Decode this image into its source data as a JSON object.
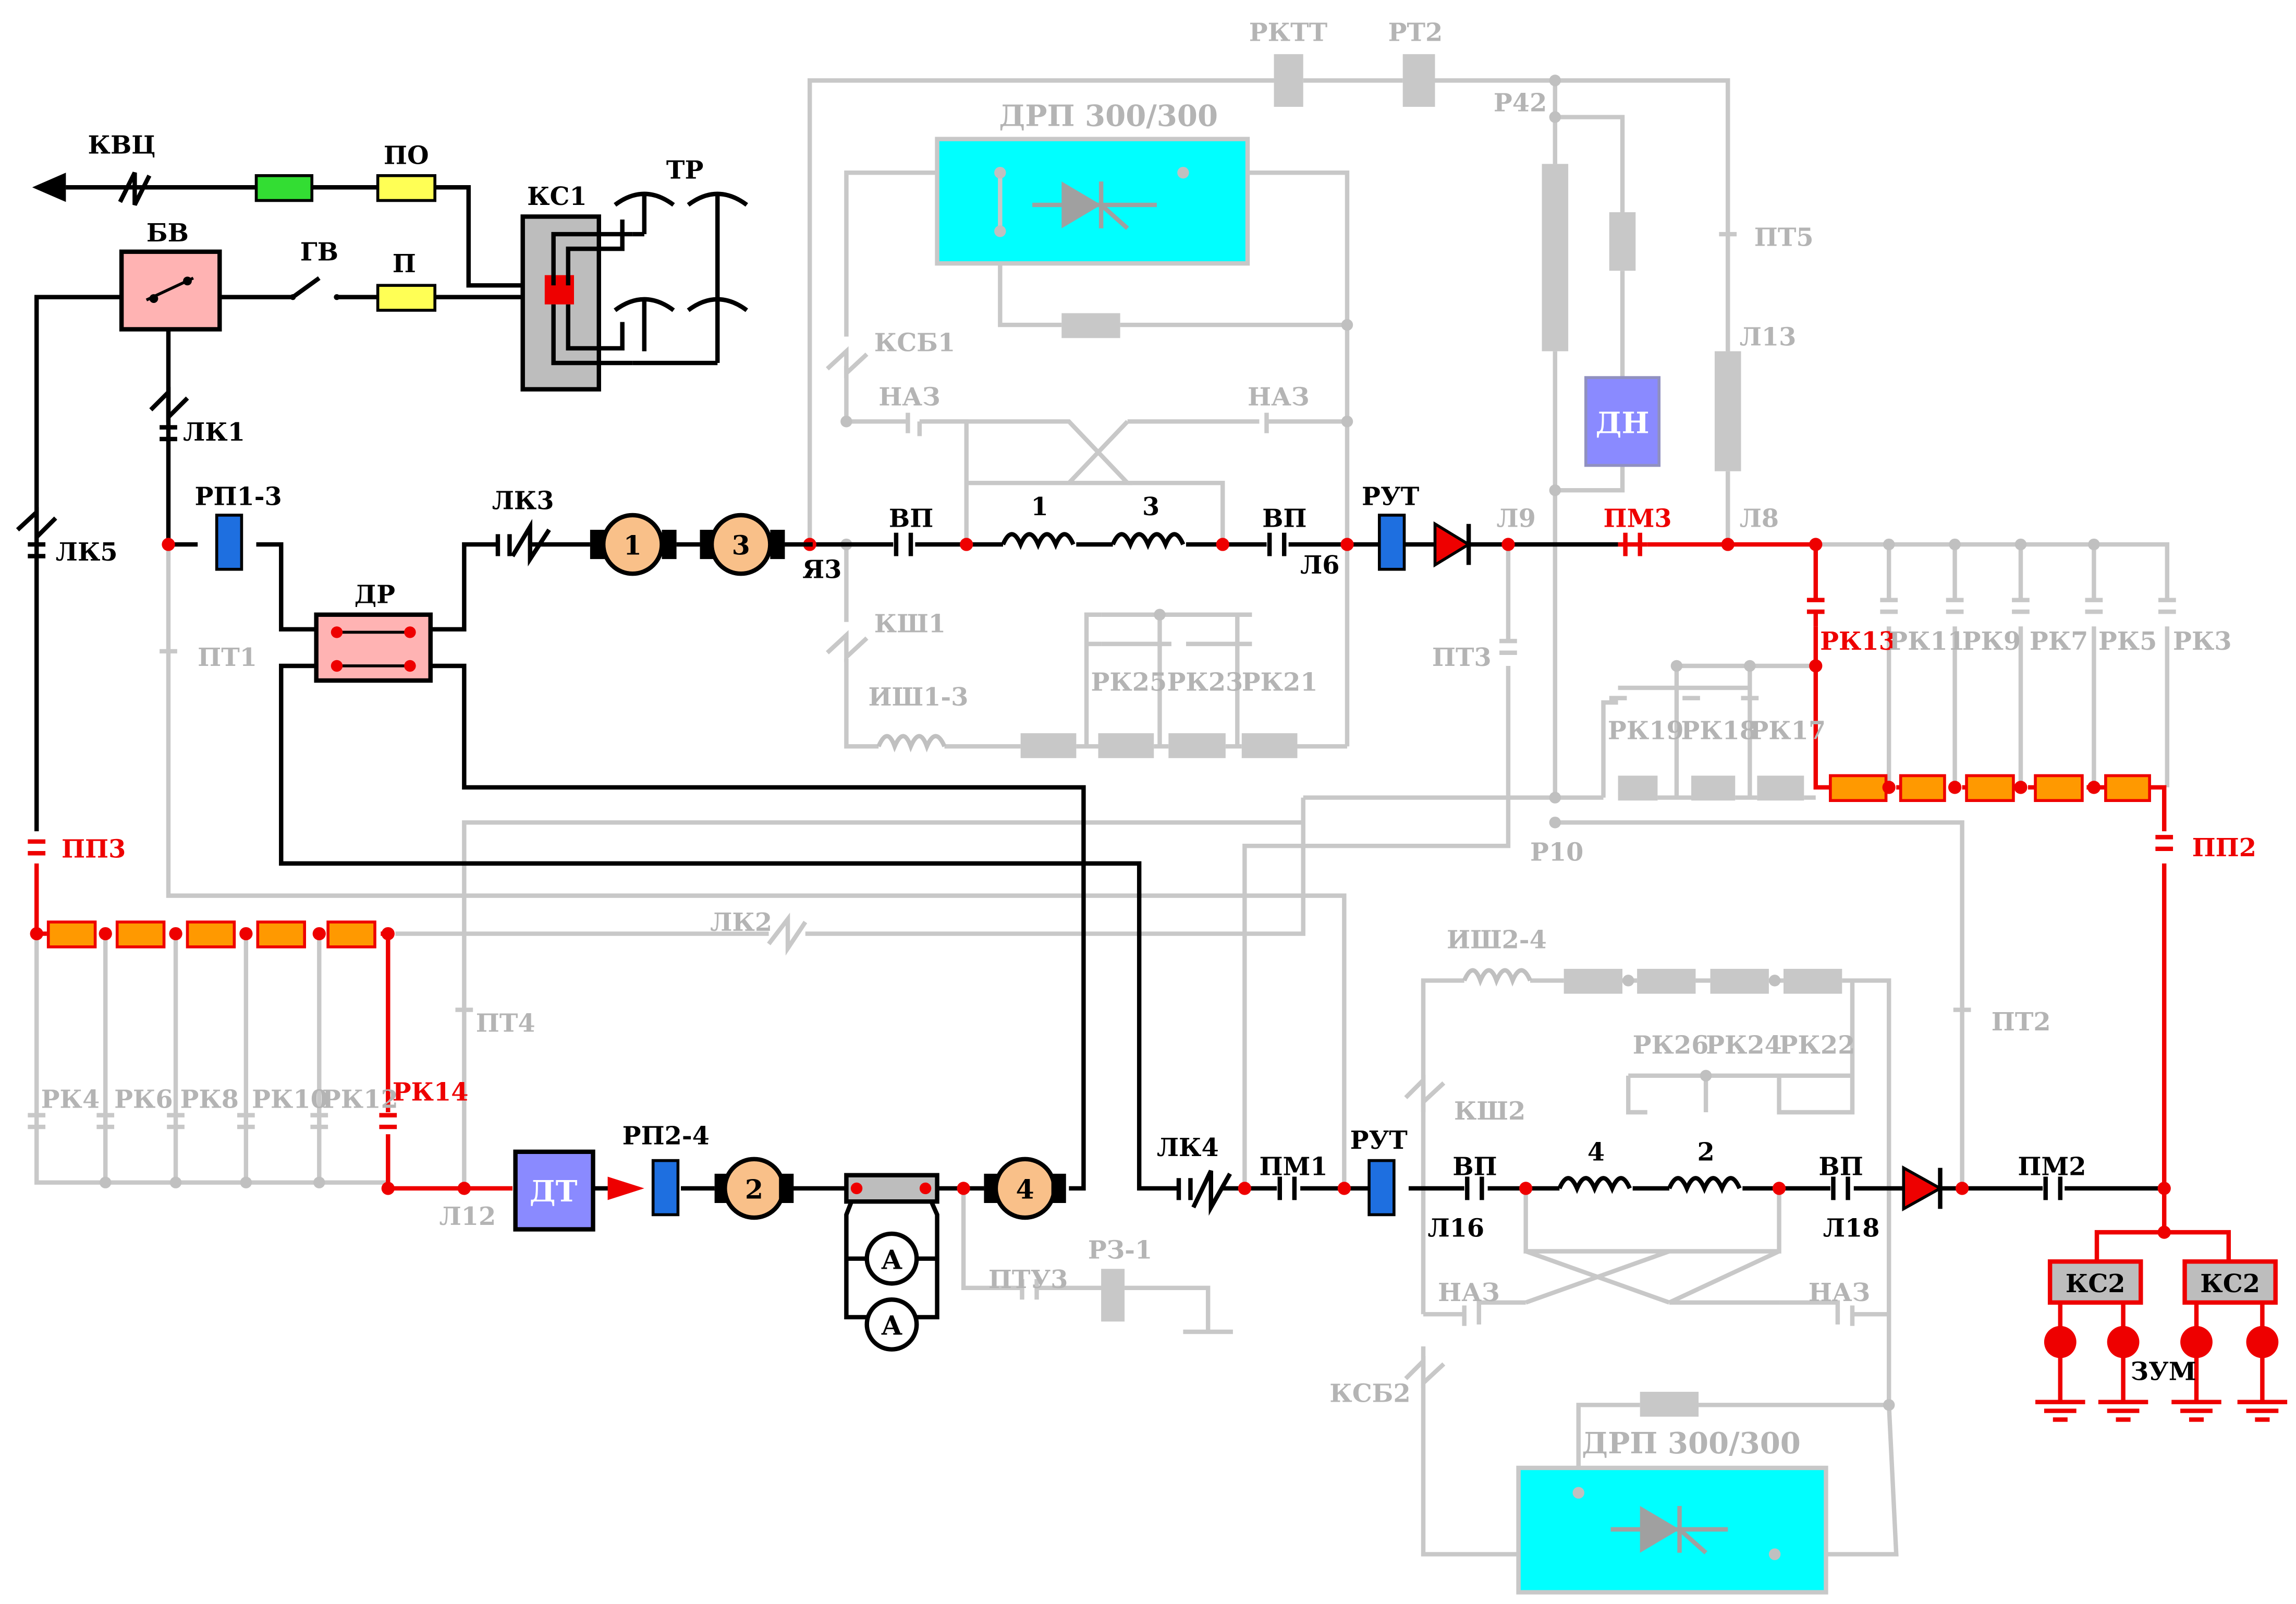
{
  "colors": {
    "active_wire": "#000000",
    "inactive_wire": "#c8c8c8",
    "highlight_wire": "#ee0000",
    "contactor_block": "#bdbdbd",
    "rectifier_box": "#00ffff",
    "resistor": "#ff9900",
    "motor": "#f9c089",
    "relay": "#1e6fe0",
    "inductive_shunt": "#8585ff",
    "fuse": "#ffff55",
    "indicator": "#33dd33"
  },
  "labels": {
    "kvts": "КВЦ",
    "po": "ПО",
    "bv": "БВ",
    "gv": "ГВ",
    "p": "П",
    "ks1": "КС1",
    "tr": "ТР",
    "lk1": "ЛК1",
    "lk5": "ЛК5",
    "rp13": "РП1-3",
    "dr": "ДР",
    "lk3": "ЛК3",
    "ya3": "Я3",
    "vp_top_left": "ВП",
    "vp_top_right": "ВП",
    "l6": "Л6",
    "rut_top": "РУТ",
    "l9": "Л9",
    "pm3": "ПМ3",
    "l8": "Л8",
    "pt1": "ПТ1",
    "pp3": "ПП3",
    "rktt": "РКТТ",
    "rt2": "РТ2",
    "r42": "Р42",
    "drp_top": "ДРП 300/300",
    "pt5": "ПТ5",
    "l13": "Л13",
    "dn": "ДН",
    "ksb1": "КСБ1",
    "naz_tl": "НАЗ",
    "naz_tr": "НАЗ",
    "ksh1": "КШ1",
    "ish13": "ИШ1-3",
    "rk25": "РК25",
    "rk23": "РК23",
    "rk21": "РК21",
    "pt3": "ПТ3",
    "rk19": "РК19",
    "rk18": "РК18",
    "rk17": "РК17",
    "r10": "Р10",
    "rk13": "РК13",
    "rk11": "РК11",
    "rk9": "РК9",
    "rk7": "РК7",
    "rk5": "РК5",
    "rk3": "РК3",
    "pp2": "ПП2",
    "lk2": "ЛК2",
    "ish24": "ИШ2-4",
    "rk26": "РК26",
    "rk24": "РК24",
    "rk22": "РК22",
    "ksh2": "КШ2",
    "pt4": "ПТ4",
    "pt2": "ПТ2",
    "rk4": "РК4",
    "rk6": "РК6",
    "rk8": "РК8",
    "rk10": "РК10",
    "rk12": "РК12",
    "rk14": "РК14",
    "l12": "Л12",
    "dt": "ДТ",
    "rp24": "РП2-4",
    "ptu3": "ПТУ3",
    "rz1": "РЗ-1",
    "lk4": "ЛК4",
    "pm1": "ПМ1",
    "rut_bottom": "РУТ",
    "vp_bottom_left": "ВП",
    "l16": "Л16",
    "vp_bottom_right": "ВП",
    "l18": "Л18",
    "pm2": "ПМ2",
    "naz_bl": "НАЗ",
    "naz_br": "НАЗ",
    "ksb2": "КСБ2",
    "drp_bottom": "ДРП 300/300",
    "ks2_left": "КС2",
    "ks2_right": "КС2",
    "zum": "ЗУМ"
  },
  "windings": {
    "w1": "1",
    "w3": "3",
    "w4": "4",
    "w2": "2"
  },
  "motors": {
    "m1": "1",
    "m3": "3",
    "m2": "2",
    "m4": "4"
  },
  "ammeters": {
    "a1": "A",
    "a2": "A"
  }
}
